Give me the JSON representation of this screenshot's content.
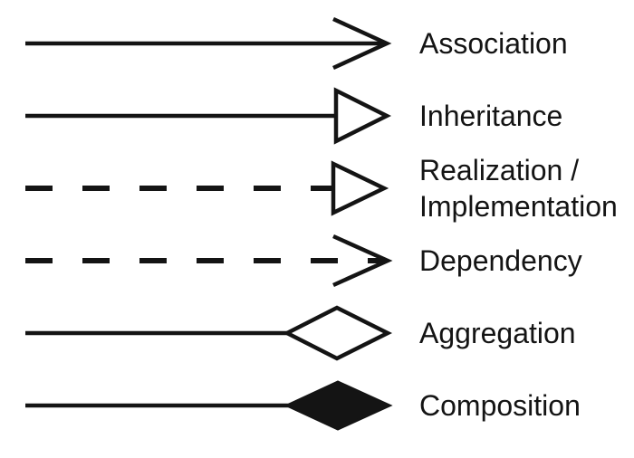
{
  "canvas": {
    "background": "#ffffff",
    "ink_color": "#141414"
  },
  "legend": {
    "rows": [
      {
        "label": "Association",
        "line_style": "solid",
        "marker": "open-arrowhead"
      },
      {
        "label": "Inheritance",
        "line_style": "solid",
        "marker": "hollow-triangle"
      },
      {
        "label": "Realization / Implementation",
        "line_style": "dashed",
        "marker": "hollow-triangle"
      },
      {
        "label": "Dependency",
        "line_style": "dashed",
        "marker": "open-arrowhead"
      },
      {
        "label": "Aggregation",
        "line_style": "solid",
        "marker": "hollow-diamond"
      },
      {
        "label": "Composition",
        "line_style": "solid",
        "marker": "filled-diamond"
      }
    ]
  }
}
